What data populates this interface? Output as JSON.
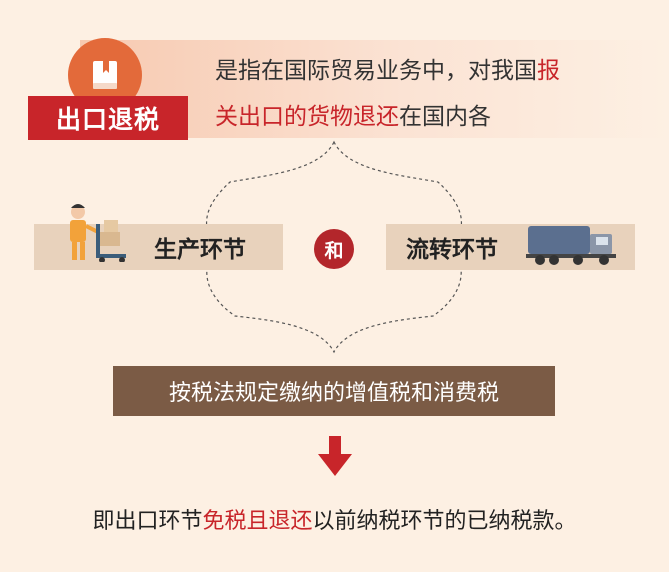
{
  "title": "出口退税",
  "intro": {
    "part1": "是指在国际贸易业务中，对我国",
    "highlight1": "报",
    "highlight2": "关出口的货物退还",
    "part2": "在国内各"
  },
  "stages": {
    "left_label": "生产环节",
    "connector": "和",
    "right_label": "流转环节"
  },
  "tax_bar": "按税法规定缴纳的增值税和消费税",
  "footer": {
    "prefix": "即出口环节",
    "highlight": "免税且退还",
    "suffix": "以前纳税环节的已纳税款。"
  },
  "colors": {
    "accent_red": "#c8252a",
    "brown": "#7b5b45",
    "orange": "#e36a3a",
    "background": "#fdf0e3"
  },
  "icons": [
    "book-icon",
    "worker-hand-truck-icon",
    "truck-icon",
    "down-arrow-icon"
  ]
}
